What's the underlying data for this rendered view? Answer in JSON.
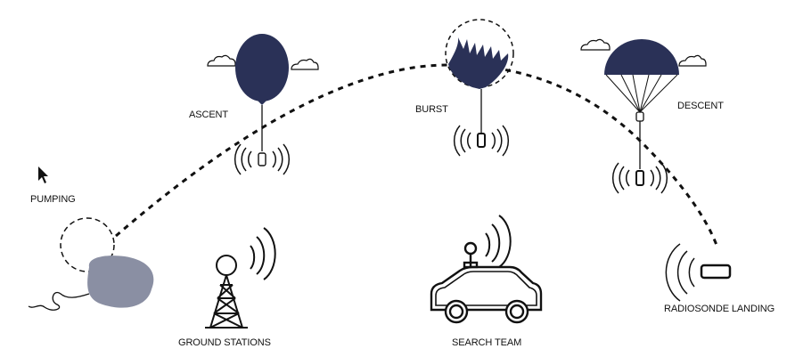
{
  "diagram": {
    "stages": {
      "pumping": "PUMPING",
      "ascent": "ASCENT",
      "burst": "BURST",
      "descent": "DESCENT",
      "landing": "RADIOSONDE LANDING"
    },
    "ground": {
      "stations": "GROUND STATIONS",
      "search_team": "SEARCH TEAM"
    }
  },
  "colors": {
    "balloon": "#2a3157",
    "deflated_balloon": "#8a8fa3",
    "line": "#111111"
  },
  "icons": [
    "cursor-icon",
    "cloud-icon",
    "balloon-icon",
    "burst-balloon-icon",
    "parachute-icon",
    "radiosonde-icon",
    "signal-waves-icon",
    "antenna-tower-icon",
    "search-car-icon"
  ]
}
